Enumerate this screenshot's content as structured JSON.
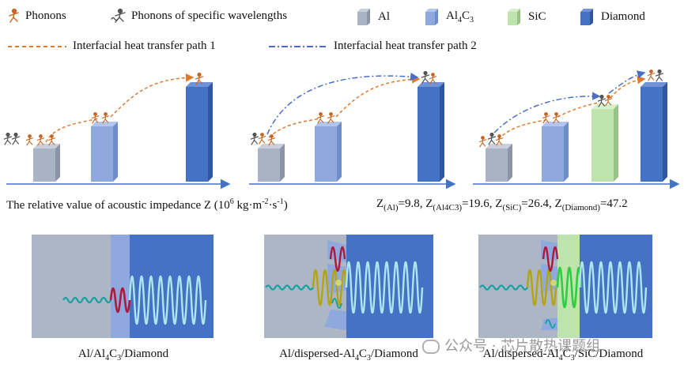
{
  "legend": {
    "phonons": "Phonons",
    "phonons_specific": "Phonons of specific wavelengths",
    "al": "Al",
    "al4c3_base": "Al",
    "al4c3_sub1": "4",
    "al4c3_c": "C",
    "al4c3_sub2": "3",
    "sic": "SiC",
    "diamond": "Diamond",
    "path1": "Interfacial heat transfer path 1",
    "path2": "Interfacial heat transfer path 2"
  },
  "colors": {
    "al": "#a9b3c3",
    "al4c3": "#8fa9df",
    "sic": "#bfe3ad",
    "diamond": "#4472c4",
    "path1": "#e07a2e",
    "path2": "#4a6fc4",
    "axis": "#4472c4"
  },
  "impedance": {
    "label_text": "The relative value of acoustic impedance Z (10",
    "label_sup": "6",
    "label_units": " kg·m",
    "label_sup2": "-2",
    "label_units2": "·s",
    "label_sup3": "-1",
    "label_close": ")",
    "z_al": "Z",
    "z_al_sub": "(Al)",
    "z_al_val": "=9.8,",
    "z_al4c3_sub": "(Al4C3)",
    "z_al4c3_val": "=19.6,",
    "z_sic_sub": "(SiC)",
    "z_sic_val": "=26.4,",
    "z_dia_sub": "(Diamond)",
    "z_dia_val": "=47.2"
  },
  "captions": {
    "c1_a": "Al/Al",
    "c1_s1": "4",
    "c1_b": "C",
    "c1_s2": "3",
    "c1_c": "/Diamond",
    "c2_a": "Al/dispersed-Al",
    "c2_s1": "4",
    "c2_b": "C",
    "c2_s2": "3",
    "c2_c": "/Diamond",
    "c3_a": "Al/dispersed-Al",
    "c3_s1": "4",
    "c3_b": "C",
    "c3_s2": "3",
    "c3_c": "/SiC/Diamond"
  },
  "watermark": "公众号 · 芯片散热课题组"
}
